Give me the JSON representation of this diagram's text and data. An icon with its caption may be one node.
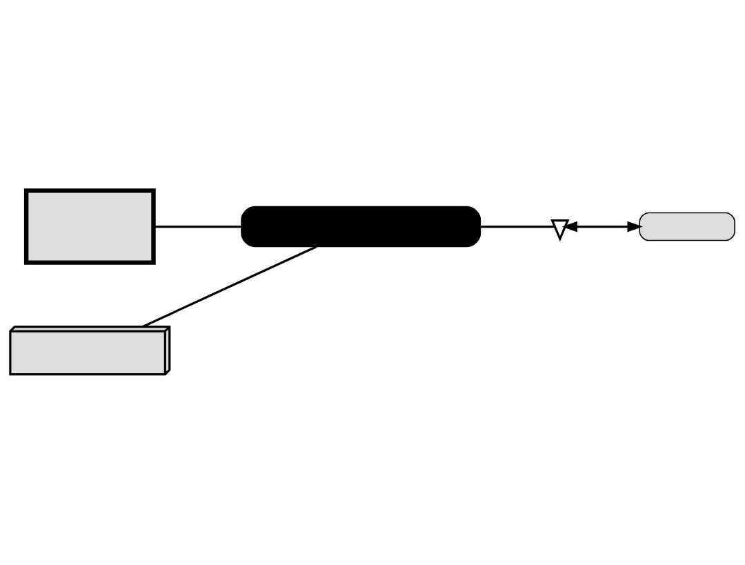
{
  "diagram": {
    "nodes": [
      {
        "text": [],
        "shape": "box"
      },
      {
        "text": [],
        "shape": "bar"
      },
      {
        "text": [],
        "shape": "box"
      },
      {
        "text": [],
        "shape": "antenna"
      },
      {
        "text": [],
        "shape": "capsule"
      }
    ],
    "edges": [
      {
        "from": 0,
        "to": 1,
        "arrow": "none"
      },
      {
        "from": 1,
        "to": 2,
        "arrow": "none"
      },
      {
        "from": 1,
        "to": 3,
        "arrow": "none"
      },
      {
        "from": 3,
        "to": 4,
        "arrow": "both"
      }
    ]
  }
}
